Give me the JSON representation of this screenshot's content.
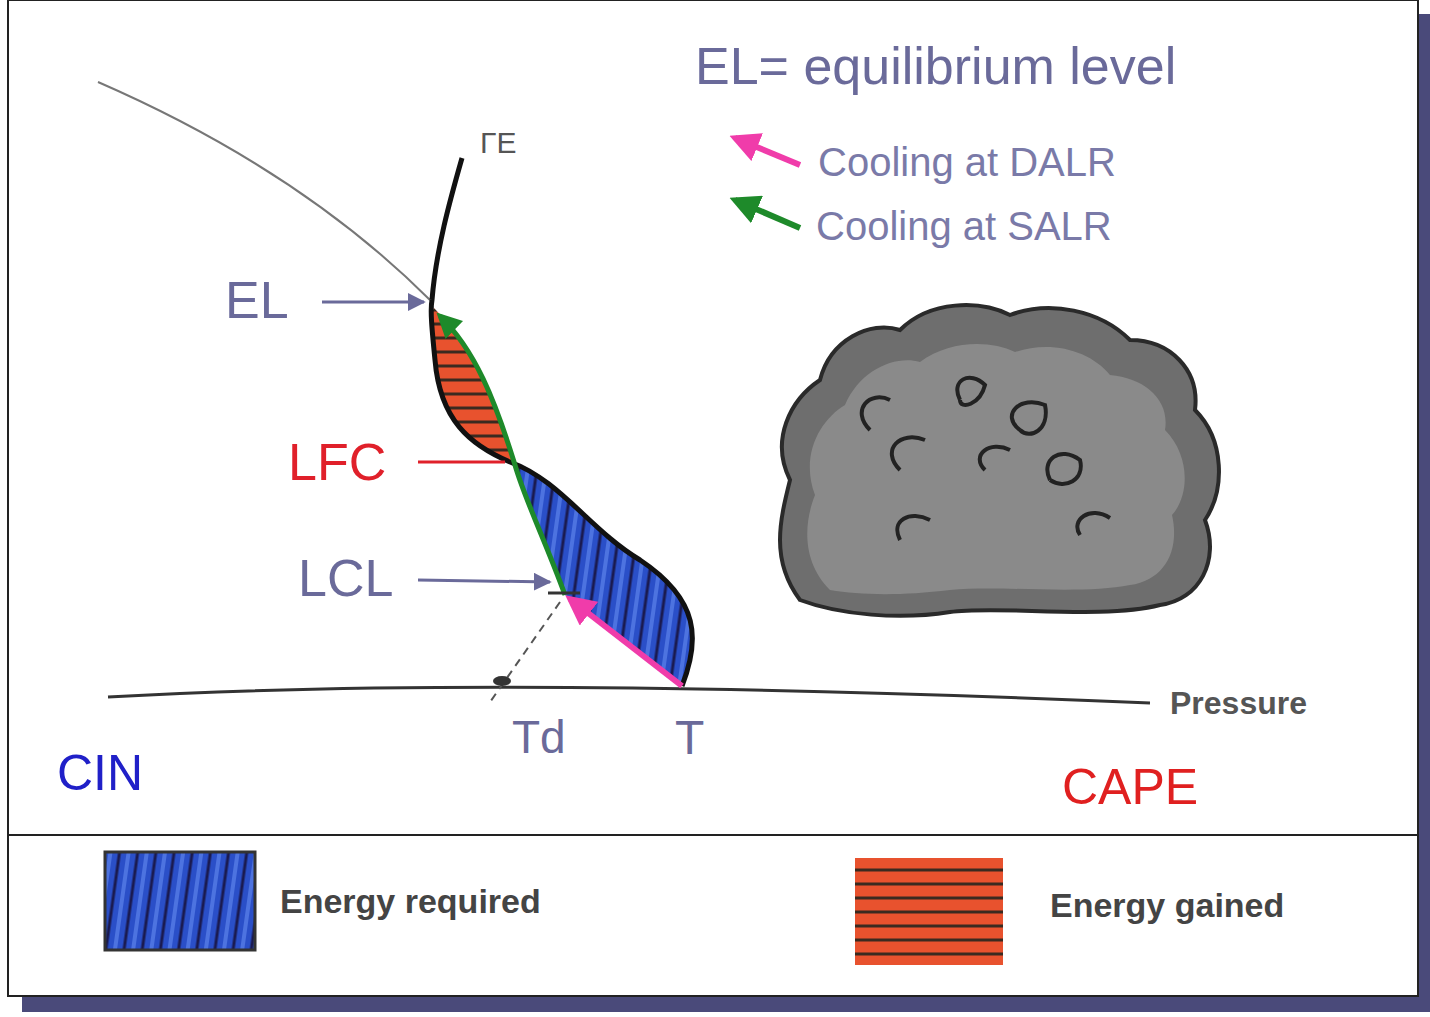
{
  "diagram": {
    "labels": [
      "EL= equilibrium level",
      "ΓE",
      "EL",
      "LFC",
      "LCL",
      "Td",
      "T",
      "Pressure",
      "CIN",
      "CAPE"
    ],
    "legend": [
      {
        "text": "Cooling at DALR"
      },
      {
        "text": "Cooling at SALR"
      },
      {
        "text": "Energy required"
      },
      {
        "text": "Energy gained"
      }
    ]
  }
}
